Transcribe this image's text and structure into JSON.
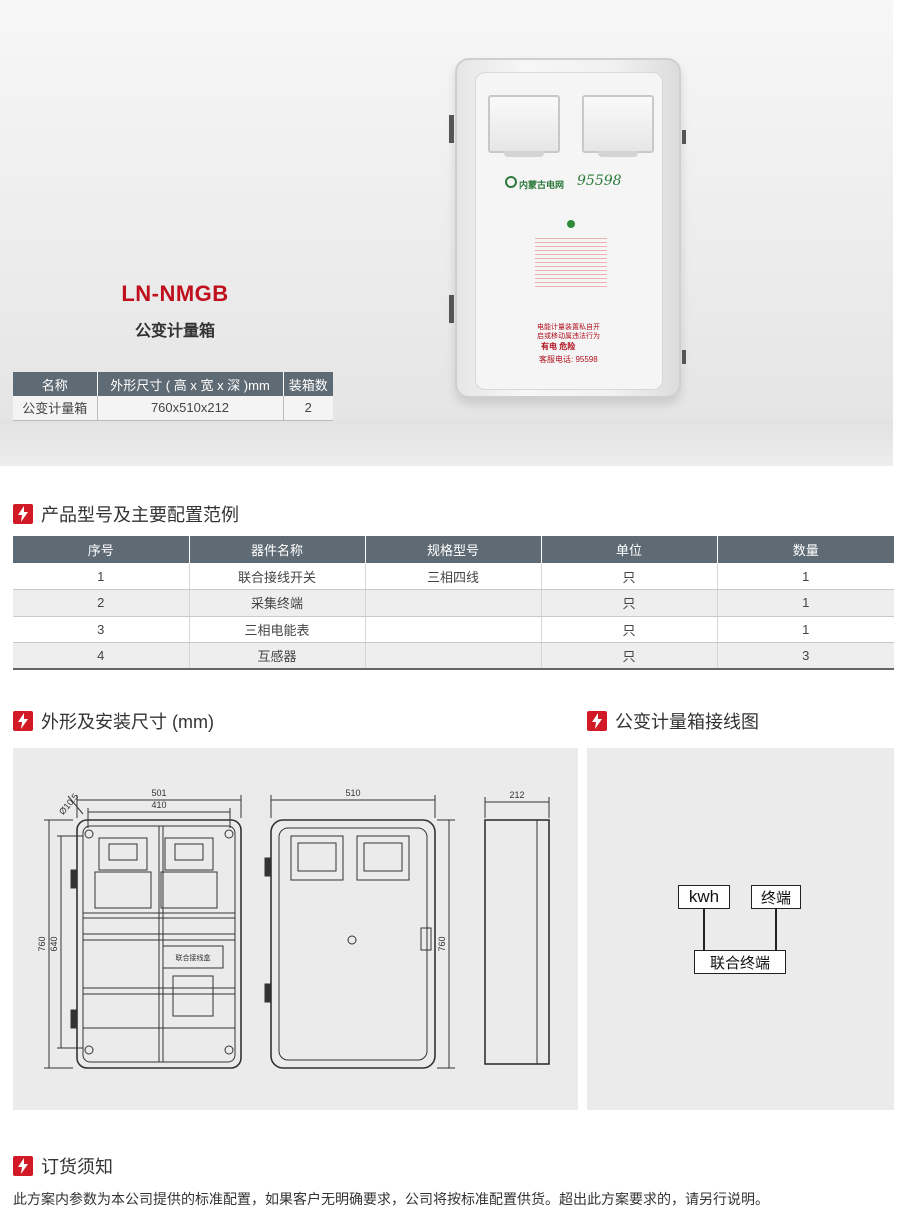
{
  "hero": {
    "model": "LN-NMGB",
    "product_name": "公变计量箱",
    "spec_table": {
      "headers": [
        "名称",
        "外形尺寸 ( 高 x 宽 x 深 )mm",
        "装箱数"
      ],
      "rows": [
        [
          "公变计量箱",
          "760x510x212",
          "2"
        ]
      ]
    },
    "cabinet": {
      "logo_text": "内蒙古电网",
      "hotline_logo": "95598",
      "warning_line1": "电能计量装置私自开",
      "warning_line2": "启或移动属违法行为",
      "danger_text": "有电 危险",
      "service_text": "客服电话: 95598"
    }
  },
  "section_config": {
    "title": "产品型号及主要配置范例",
    "headers": [
      "序号",
      "器件名称",
      "规格型号",
      "单位",
      "数量"
    ],
    "rows": [
      [
        "1",
        "联合接线开关",
        "三相四线",
        "只",
        "1"
      ],
      [
        "2",
        "采集终端",
        "",
        "只",
        "1"
      ],
      [
        "3",
        "三相电能表",
        "",
        "只",
        "1"
      ],
      [
        "4",
        "互感器",
        "",
        "只",
        "3"
      ]
    ]
  },
  "section_dimensions": {
    "title": "外形及安装尺寸 (mm)",
    "labels": {
      "w_outer": "501",
      "w_inner": "410",
      "hole": "Ø10.5",
      "h_outer": "760",
      "h_inner": "640",
      "front_width": "510",
      "front_height": "760",
      "depth": "212",
      "interior_label": "联合接线盒"
    }
  },
  "section_wiring": {
    "title": "公变计量箱接线图",
    "boxes": {
      "meter": "kwh",
      "terminal": "终端",
      "combined": "联合终端"
    }
  },
  "section_order": {
    "title": "订货须知",
    "note": "此方案内参数为本公司提供的标准配置，如果客户无明确要求，公司将按标准配置供货。超出此方案要求的，请另行说明。"
  },
  "colors": {
    "accent_red": "#d11a26",
    "table_header": "#5f6b74",
    "panel_bg": "#ebebeb"
  }
}
